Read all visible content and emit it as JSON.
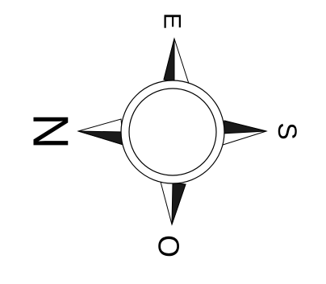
{
  "compass": {
    "labels": {
      "north": "N",
      "east": "E",
      "south": "S",
      "west": "O"
    },
    "colors": {
      "stroke": "#000000",
      "fill": "#ffffff",
      "shade": "#1a1a1a"
    }
  }
}
